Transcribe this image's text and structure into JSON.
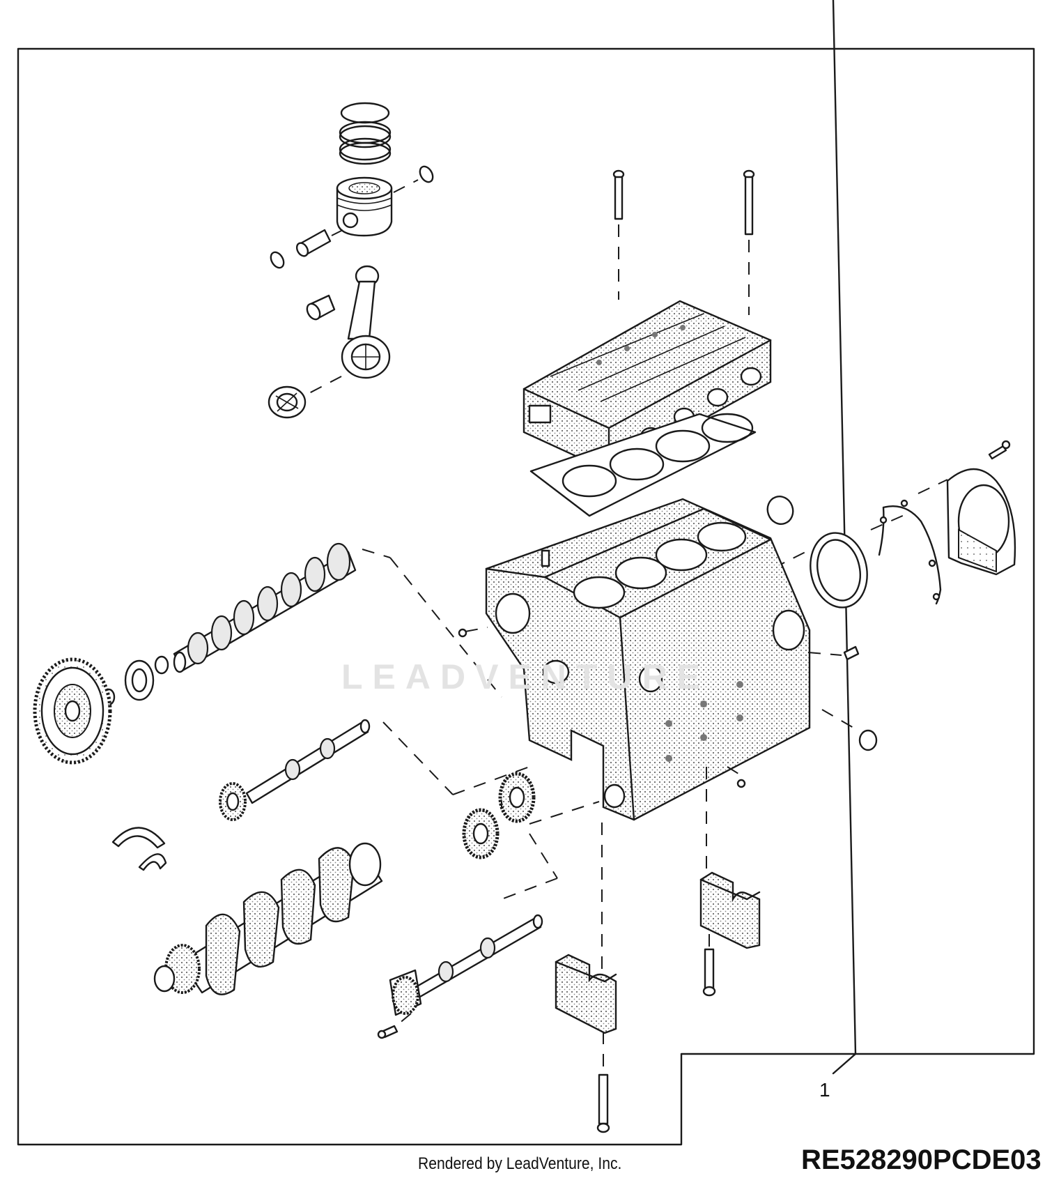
{
  "diagram": {
    "callout_number": "1",
    "part_code": "RE528290PCDE03",
    "credit": "Rendered by LeadVenture, Inc.",
    "watermark": "LEADVENTURE"
  },
  "parts": [
    {
      "name": "piston-ring-set-icon"
    },
    {
      "name": "piston-icon"
    },
    {
      "name": "piston-pin-icon"
    },
    {
      "name": "snap-ring-icon"
    },
    {
      "name": "connecting-rod-icon"
    },
    {
      "name": "rod-bushing-icon"
    },
    {
      "name": "rod-bearing-icon"
    },
    {
      "name": "cylinder-head-icon"
    },
    {
      "name": "head-gasket-icon"
    },
    {
      "name": "head-bolt-icon"
    },
    {
      "name": "cylinder-block-icon"
    },
    {
      "name": "camshaft-icon"
    },
    {
      "name": "cam-gear-icon"
    },
    {
      "name": "balancer-shaft-icon"
    },
    {
      "name": "idler-gear-icon"
    },
    {
      "name": "crankshaft-icon"
    },
    {
      "name": "main-bearing-icon"
    },
    {
      "name": "main-bearing-cap-icon"
    },
    {
      "name": "rear-seal-housing-icon"
    },
    {
      "name": "rear-oil-seal-icon"
    },
    {
      "name": "housing-gasket-icon"
    },
    {
      "name": "expansion-plug-icon"
    }
  ],
  "colors": {
    "line": "#1a1a1a",
    "background": "#ffffff",
    "watermark": "#e3e3e3"
  }
}
